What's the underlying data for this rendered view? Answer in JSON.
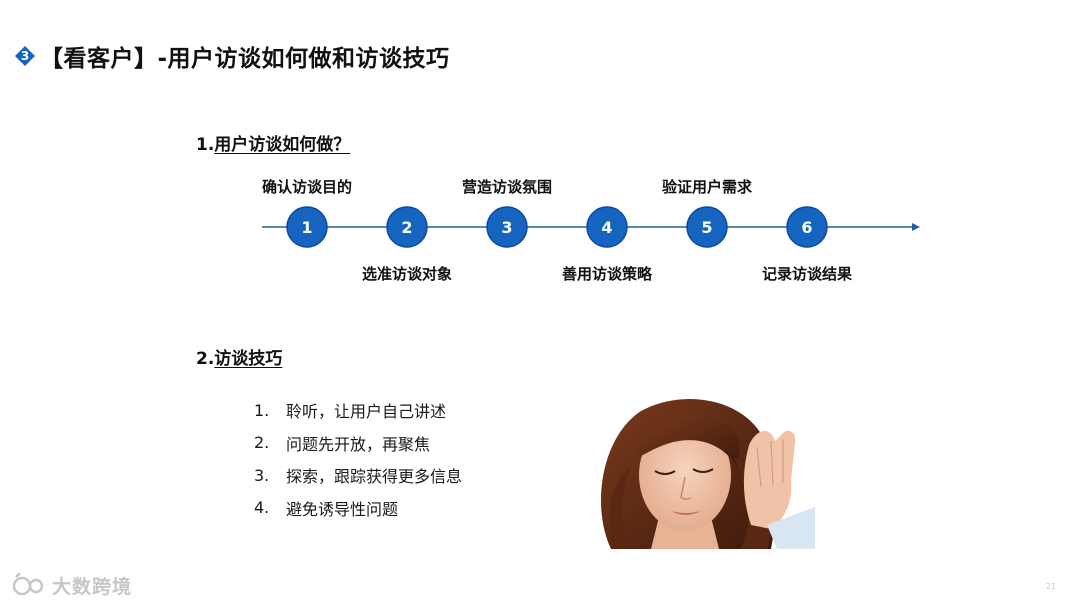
{
  "slide": {
    "badge_number": "3",
    "title": "【看客户】-用户访谈如何做和访谈技巧",
    "page_number": "21"
  },
  "section1": {
    "heading_prefix": "1.",
    "heading_text": "用户访谈如何做？",
    "steps": [
      {
        "num": "1",
        "label": "确认访谈目的",
        "label_position": "above"
      },
      {
        "num": "2",
        "label": "选准访谈对象",
        "label_position": "below"
      },
      {
        "num": "3",
        "label": "营造访谈氛围",
        "label_position": "above"
      },
      {
        "num": "4",
        "label": "善用访谈策略",
        "label_position": "below"
      },
      {
        "num": "5",
        "label": "验证用户需求",
        "label_position": "above"
      },
      {
        "num": "6",
        "label": "记录访谈结果",
        "label_position": "below"
      }
    ]
  },
  "section2": {
    "heading_prefix": "2.",
    "heading_text": "访谈技巧",
    "tips": [
      {
        "num": "1.",
        "text": "聆听，让用户自己讲述"
      },
      {
        "num": "2.",
        "text": "问题先开放，再聚焦"
      },
      {
        "num": "3.",
        "text": "探索，跟踪获得更多信息"
      },
      {
        "num": "4.",
        "text": "避免诱导性问题"
      }
    ]
  },
  "watermark": {
    "text": "大数跨境"
  },
  "colors": {
    "accent_blue": "#1565c0",
    "circle_border": "#0d47a1",
    "line_blue": "#1f5fae"
  }
}
